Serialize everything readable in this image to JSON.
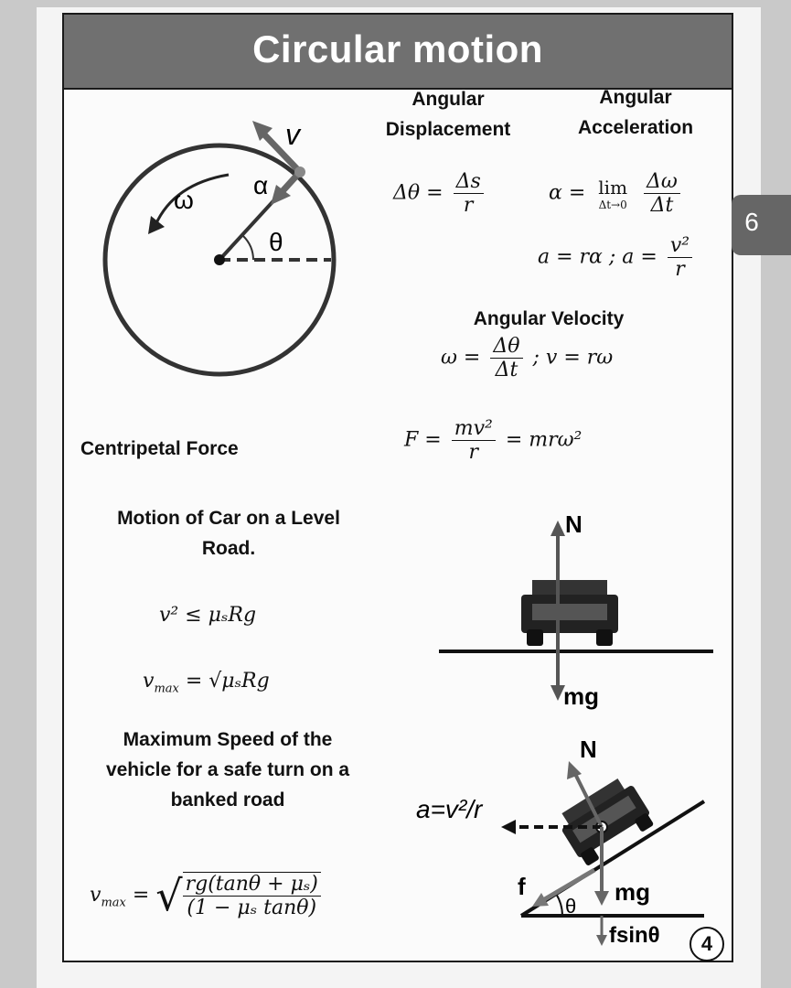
{
  "title": "Circular motion",
  "side_tab": "6",
  "page_number": "4",
  "diagram": {
    "v": "v",
    "alpha": "α",
    "omega": "ω",
    "theta": "θ"
  },
  "angular_displacement": {
    "heading_line1": "Angular",
    "heading_line2": "Displacement",
    "lhs": "Δθ =",
    "num": "Δs",
    "den": "r"
  },
  "angular_acceleration": {
    "heading_line1": "Angular",
    "heading_line2": "Acceleration",
    "lhs": "α = ",
    "lim": "lim",
    "lim_sub": "Δt→0",
    "num": "Δω",
    "den": "Δt",
    "line2_lhs": "a = rα ; a =",
    "line2_num": "v²",
    "line2_den": "r"
  },
  "angular_velocity": {
    "heading": "Angular Velocity",
    "lhs": "ω =",
    "num": "Δθ",
    "den": "Δt",
    "rhs": "; v = rω"
  },
  "centripetal_force": {
    "label": "Centripetal Force",
    "lhs": "F =",
    "num": "mv²",
    "den": "r",
    "rhs": "= mrω²"
  },
  "level_road": {
    "label_line1": "Motion of Car on a Level",
    "label_line2": "Road.",
    "ineq": "v² ≤ μₛRg",
    "vmax_lhs": "v",
    "vmax_sub": "max",
    "vmax_rhs": "= √μₛRg",
    "force_N": "N",
    "force_mg": "mg"
  },
  "banked_road": {
    "label_line1": "Maximum Speed of the",
    "label_line2": "vehicle for a safe turn on a",
    "label_line3": "banked road",
    "accel": "a=v²/r",
    "force_N": "N",
    "force_f": "f",
    "theta": "θ",
    "force_mg": "mg",
    "force_fsin": "fsinθ",
    "vmax_lhs": "v",
    "vmax_sub": "max",
    "vmax_eq": "=",
    "sqrt_num": "rg(tanθ + μₛ)",
    "sqrt_den": "(1 − μₛ tanθ)"
  }
}
